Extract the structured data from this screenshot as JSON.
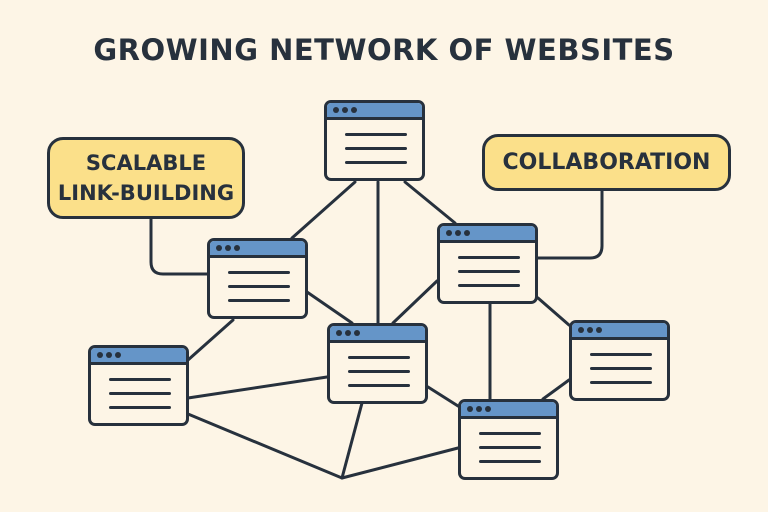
{
  "title": "GROWING NETWORK OF WEBSITES",
  "colors": {
    "background": "#fdf5e6",
    "ink": "#27313d",
    "window_header": "#6595c8",
    "callout_fill": "#fbe08a"
  },
  "callouts": [
    {
      "id": "scalable",
      "line1": "SCALABLE",
      "line2": "LINK-BUILDING"
    },
    {
      "id": "collab",
      "text": "COLLABORATION"
    }
  ],
  "nodes": [
    {
      "id": "w1",
      "label": "website-window"
    },
    {
      "id": "w2",
      "label": "website-window"
    },
    {
      "id": "w3",
      "label": "website-window"
    },
    {
      "id": "w4",
      "label": "website-window"
    },
    {
      "id": "w5",
      "label": "website-window"
    },
    {
      "id": "w6",
      "label": "website-window"
    },
    {
      "id": "w7",
      "label": "website-window"
    },
    {
      "id": "hub",
      "label": "junction-point"
    }
  ],
  "edges": [
    [
      "w1",
      "w2"
    ],
    [
      "w1",
      "w5"
    ],
    [
      "w1",
      "w3"
    ],
    [
      "w2",
      "w5"
    ],
    [
      "w2",
      "w4"
    ],
    [
      "w3",
      "w5"
    ],
    [
      "w3",
      "w6"
    ],
    [
      "w3",
      "w7"
    ],
    [
      "w4",
      "w5"
    ],
    [
      "w4",
      "hub"
    ],
    [
      "w5",
      "hub"
    ],
    [
      "w5",
      "w6"
    ],
    [
      "w6",
      "hub"
    ],
    [
      "w6",
      "w7"
    ]
  ],
  "callout_links": [
    {
      "from": "scalable",
      "to": "w2"
    },
    {
      "from": "collab",
      "to": "w3"
    }
  ]
}
